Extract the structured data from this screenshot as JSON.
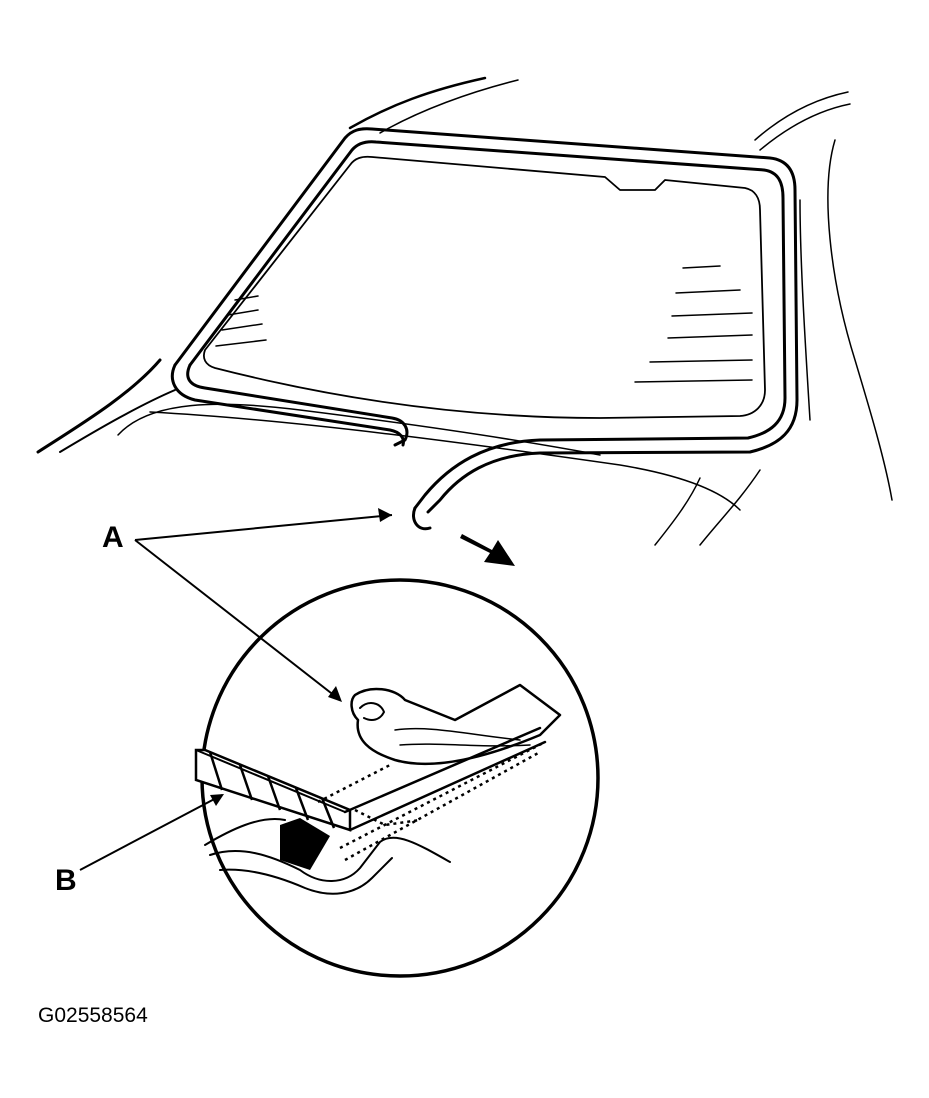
{
  "labels": {
    "callout_a": "A",
    "callout_b": "B"
  },
  "figure_id": "G02558564",
  "colors": {
    "line": "#000000",
    "background": "#ffffff"
  }
}
